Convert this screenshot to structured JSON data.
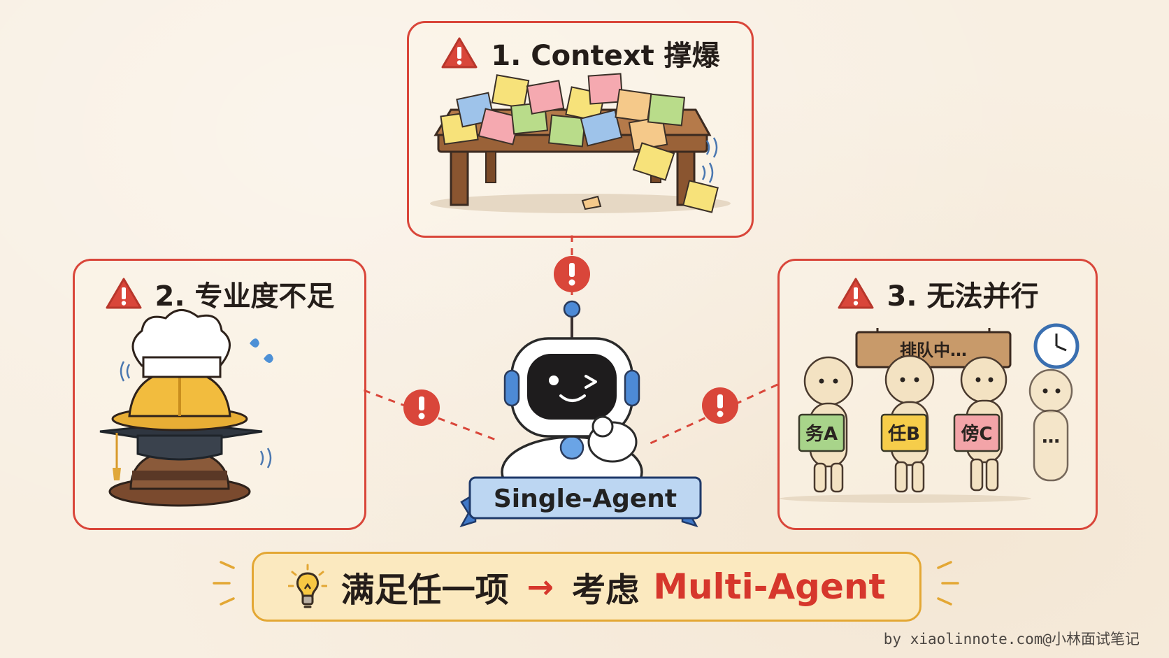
{
  "panels": {
    "context": {
      "title": "1. Context 撑爆"
    },
    "expertise": {
      "title": "2. 专业度不足"
    },
    "parallel": {
      "title": "3. 无法并行",
      "sign_text": "排队中…",
      "cards": [
        "务A",
        "任B",
        "傍C",
        "…"
      ]
    }
  },
  "center": {
    "agent_label": "Single-Agent"
  },
  "footer": {
    "text_before": "满足任一项",
    "arrow": "→",
    "text_mid": "考虑",
    "highlight": "Multi-Agent"
  },
  "credit": "by xiaolinnote.com@小林面试笔记",
  "icons": {
    "warning": "warning-triangle-icon",
    "alert": "exclamation-circle-icon",
    "bulb": "lightbulb-icon",
    "clock": "clock-icon"
  },
  "colors": {
    "accent_red": "#d9463a",
    "footer_border": "#e3a734",
    "footer_fill": "#fbe9bf",
    "background": "#f8efe2"
  }
}
